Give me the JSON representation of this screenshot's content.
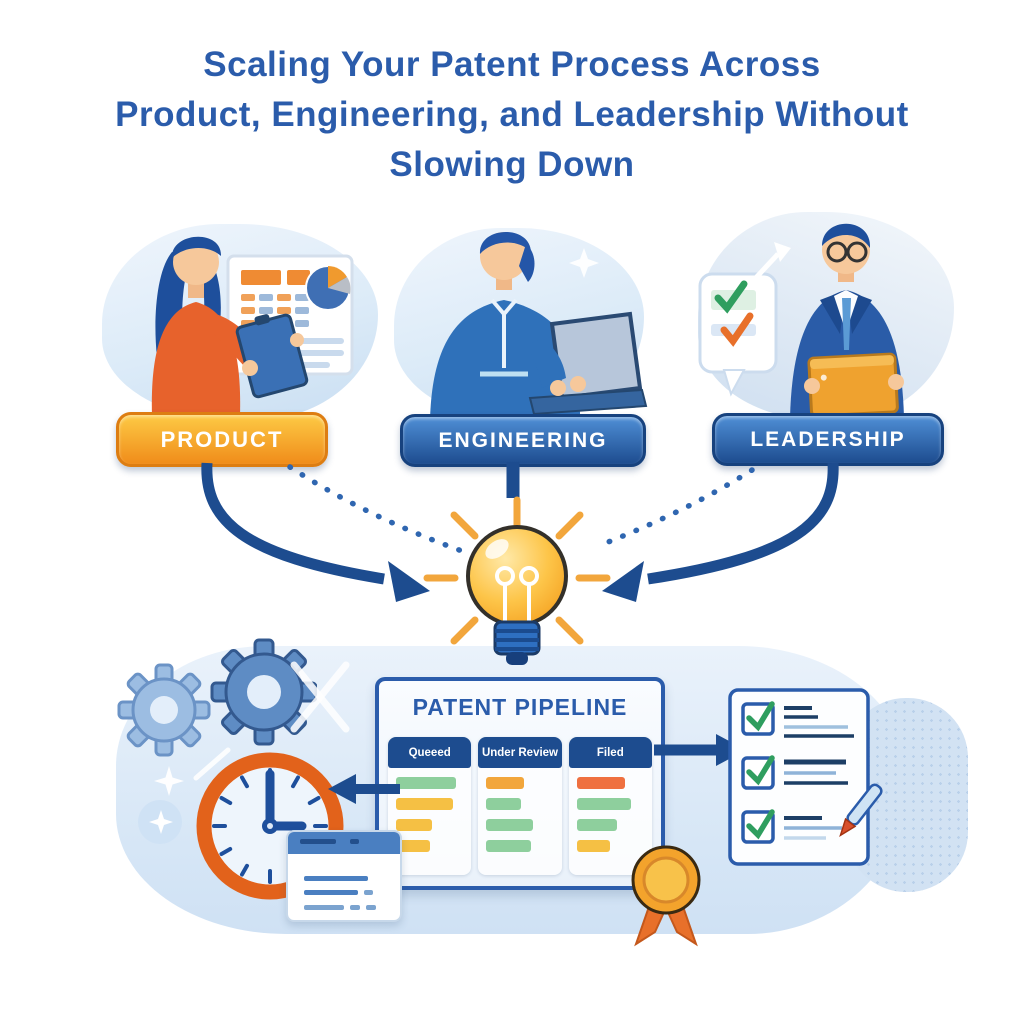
{
  "title": {
    "lines": [
      "Scaling Your Patent Process Across",
      "Product, Engineering, and Leadership Without",
      "Slowing Down"
    ]
  },
  "personas": [
    {
      "label": "PRODUCT",
      "badge_style": "orange"
    },
    {
      "label": "ENGINEERING",
      "badge_style": "blue"
    },
    {
      "label": "LEADERSHIP",
      "badge_style": "blue"
    }
  ],
  "pipeline": {
    "title": "PATENT PIPELINE",
    "columns": [
      {
        "label": "Queeed",
        "cards": [
          {
            "color": "green",
            "w": 60
          },
          {
            "color": "yellow",
            "w": 57
          },
          {
            "color": "yellow",
            "w": 36
          },
          {
            "color": "yellow",
            "w": 34
          }
        ]
      },
      {
        "label": "Under Review",
        "cards": [
          {
            "color": "amber",
            "w": 38
          },
          {
            "color": "green",
            "w": 35
          },
          {
            "color": "green",
            "w": 47
          },
          {
            "color": "green",
            "w": 45
          }
        ]
      },
      {
        "label": "Filed",
        "cards": [
          {
            "color": "orange",
            "w": 48
          },
          {
            "color": "green",
            "w": 54
          },
          {
            "color": "green",
            "w": 40
          },
          {
            "color": "yellow",
            "w": 33
          }
        ]
      }
    ]
  },
  "checklist": {
    "items": [
      {
        "checked": true
      },
      {
        "checked": true
      },
      {
        "checked": true
      }
    ]
  },
  "palette": {
    "title_blue": "#2b5cab",
    "badge_blue_dark": "#1d4c8f",
    "badge_blue_light": "#4f8fd6",
    "badge_orange_light": "#fdca45",
    "badge_orange_dark": "#f08c1a",
    "arrow_blue": "#1d4c8f",
    "ray_orange": "#f2a63c",
    "bulb_yellow": "#fdc549",
    "bulb_base_blue": "#2e6fc1",
    "clock_orange": "#e2621b",
    "check_green": "#2f9e5f",
    "green": "#8ecf9d",
    "yellow": "#f5c044",
    "amber": "#f2a63c",
    "orange": "#ef7040",
    "blob_blue": "#d9e8f7"
  }
}
